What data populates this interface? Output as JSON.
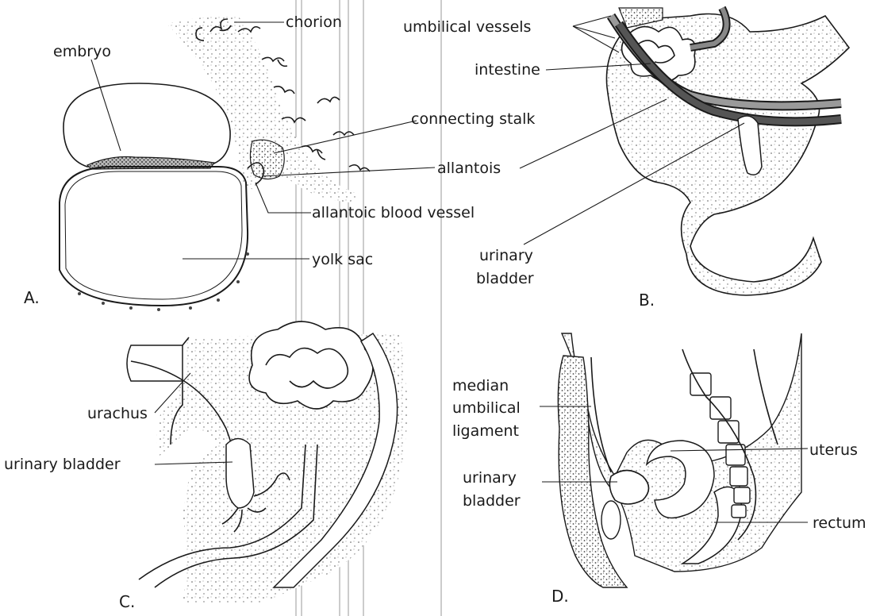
{
  "panels": {
    "a": {
      "letter": "A.",
      "labels": {
        "chorion": "chorion",
        "embryo": "embryo",
        "connecting_stalk": "connecting stalk",
        "allantois": "allantois",
        "allantoic_blood_vessel": "allantoic blood vessel",
        "yolk_sac": "yolk sac"
      }
    },
    "b": {
      "letter": "B.",
      "labels": {
        "umbilical_vessels": "umbilical vessels",
        "intestine": "intestine",
        "urinary_bladder_1": "urinary",
        "urinary_bladder_2": "bladder"
      }
    },
    "c": {
      "letter": "C.",
      "labels": {
        "urachus": "urachus",
        "urinary_bladder": "urinary bladder"
      }
    },
    "d": {
      "letter": "D.",
      "labels": {
        "median_1": "median",
        "median_2": "umbilical",
        "median_3": "ligament",
        "urinary_bladder_1": "urinary",
        "urinary_bladder_2": "bladder",
        "uterus": "uterus",
        "rectum": "rectum"
      }
    }
  }
}
